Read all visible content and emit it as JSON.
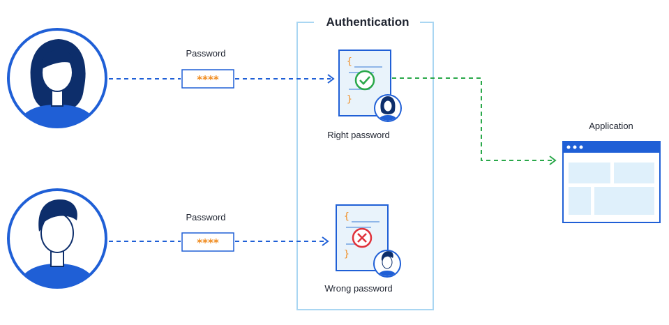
{
  "auth": {
    "title": "Authentication"
  },
  "flows": [
    {
      "user": "woman",
      "password_label": "Password",
      "password_mask": "****",
      "result_label": "Right password",
      "result": "success"
    },
    {
      "user": "man",
      "password_label": "Password",
      "password_mask": "****",
      "result_label": "Wrong password",
      "result": "failure"
    }
  ],
  "app": {
    "label": "Application",
    "window_dots": 3
  },
  "icons": {
    "success": "check-circle-icon",
    "failure": "x-circle-icon",
    "document": "code-document-icon",
    "brace": "{",
    "brace_close": "}"
  },
  "colors": {
    "primary_blue": "#1f5fd6",
    "navy": "#0d2e6b",
    "success_green": "#2aa84a",
    "failure_red": "#e0323b",
    "mask_orange": "#f08a1c",
    "frame_light_blue": "#a9d6f2",
    "doc_fill": "#e9f3fb"
  }
}
